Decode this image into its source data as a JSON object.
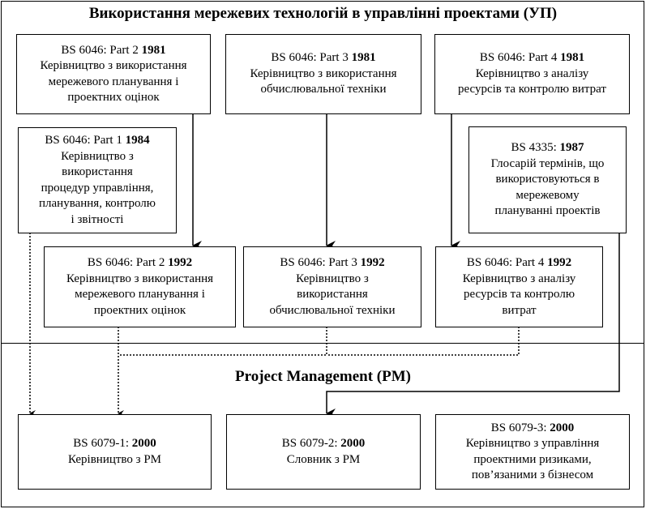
{
  "titles": {
    "top": "Використання мережевих технологій в управлінні проектами (УП)",
    "bottom": "Project Management (PM)"
  },
  "boxes": {
    "a1": {
      "code": "BS 6046: Part 2 ",
      "year": "1981",
      "lines": [
        "Керівництво з використання",
        "мережевого планування і",
        "проектних оцінок"
      ]
    },
    "a2": {
      "code": "BS 6046: Part 3 ",
      "year": "1981",
      "lines": [
        "Керівництво з використання",
        "обчислювальної техніки"
      ]
    },
    "a3": {
      "code": "BS 6046: Part 4 ",
      "year": "1981",
      "lines": [
        "Керівництво з аналізу",
        "ресурсів та контролю витрат"
      ]
    },
    "b1": {
      "code": "BS 6046: Part 1 ",
      "year": "1984",
      "lines": [
        "Керівництво з",
        "використання",
        "процедур управління,",
        "планування, контролю",
        "і звітності"
      ]
    },
    "b2": {
      "code": "BS 4335: ",
      "year": "1987",
      "lines": [
        "Глосарій термінів, що",
        "використовуються в",
        "мережевому",
        "плануванні проектів"
      ]
    },
    "c1": {
      "code": "BS 6046: Part 2 ",
      "year": "1992",
      "lines": [
        "Керівництво з використання",
        "мережевого планування і",
        "проектних оцінок"
      ]
    },
    "c2": {
      "code": "BS 6046: Part 3 ",
      "year": "1992",
      "lines": [
        "Керівництво з",
        "використання",
        "обчислювальної техніки"
      ]
    },
    "c3": {
      "code": "BS 6046: Part 4 ",
      "year": "1992",
      "lines": [
        "Керівництво з аналізу",
        "ресурсів та контролю",
        "витрат"
      ]
    },
    "d1": {
      "code": "BS 6079-1: ",
      "year": "2000",
      "lines": [
        "Керівництво з PM"
      ]
    },
    "d2": {
      "code": "BS 6079-2: ",
      "year": "2000",
      "lines": [
        "Словник з PM"
      ]
    },
    "d3": {
      "code": "BS 6079-3: ",
      "year": "2000",
      "lines": [
        "Керівництво з управління",
        "проектними ризиками,",
        "пов’язаними з бізнесом"
      ]
    }
  }
}
